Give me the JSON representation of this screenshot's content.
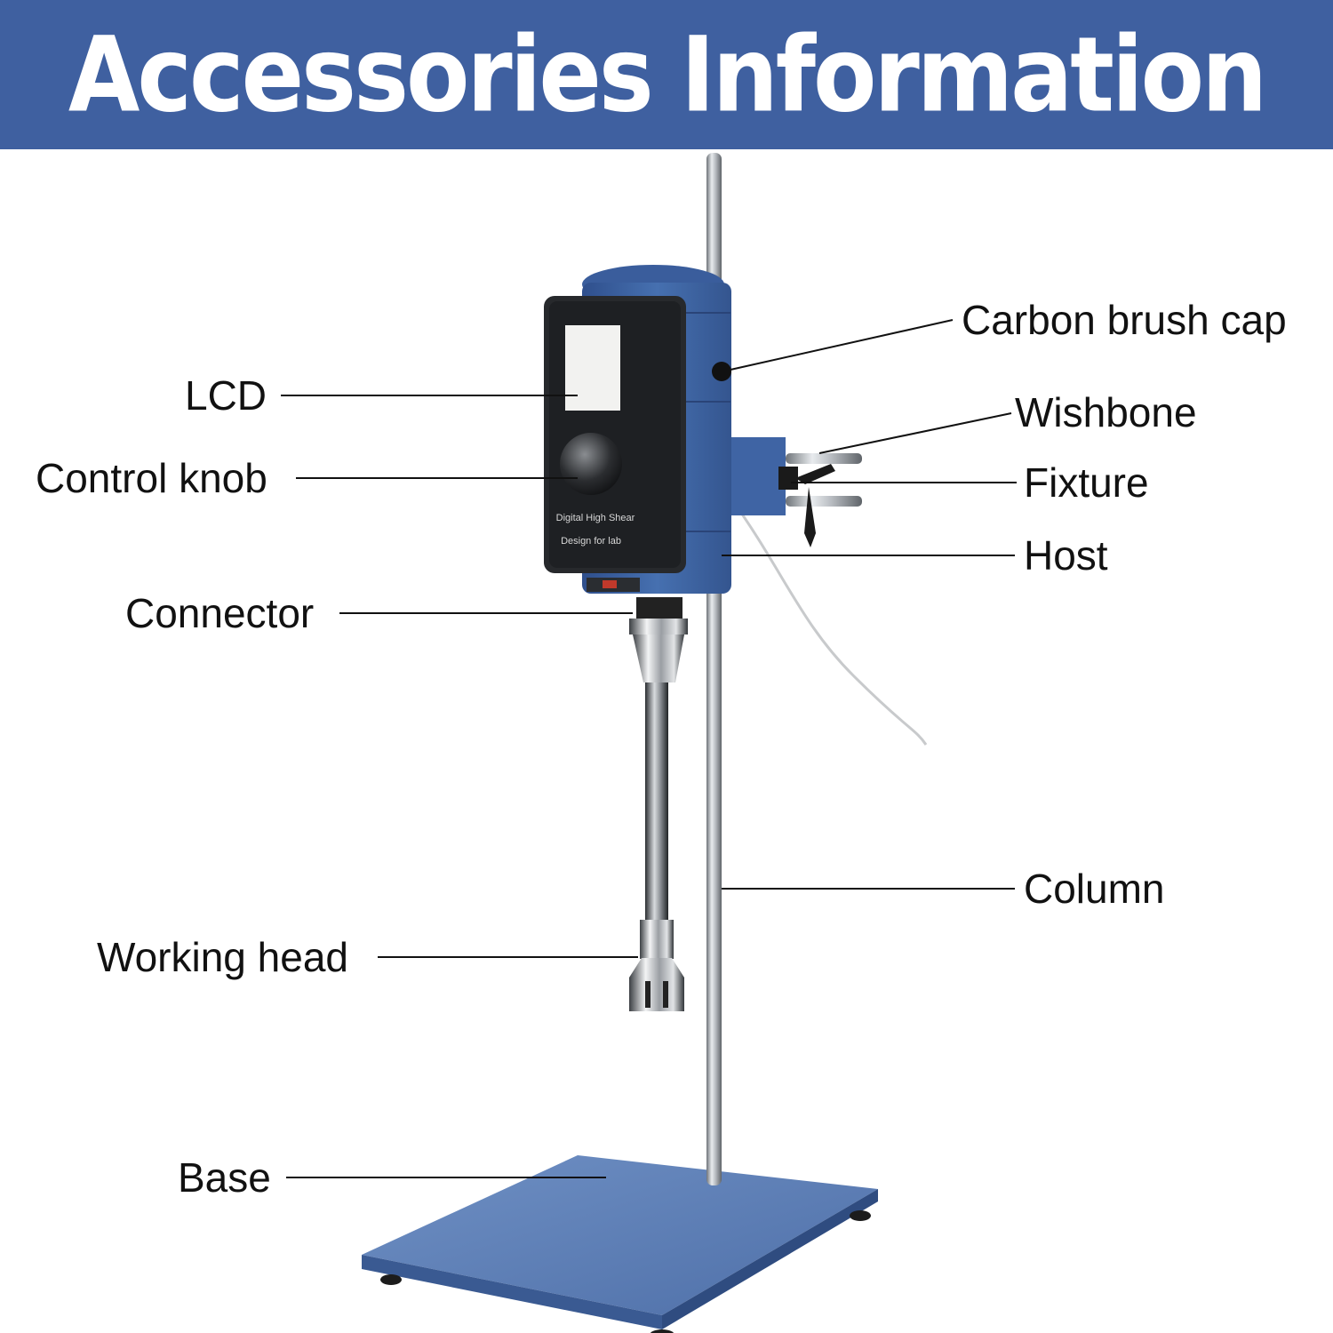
{
  "header": {
    "title": "Accessories Information"
  },
  "device": {
    "panel_text_line1": "Digital High Shear",
    "panel_text_line2": "Design for lab"
  },
  "labels": {
    "lcd": "LCD",
    "control_knob": "Control knob",
    "connector": "Connector",
    "working_head": "Working head",
    "base": "Base",
    "carbon_brush_cap": "Carbon brush cap",
    "wishbone": "Wishbone",
    "fixture": "Fixture",
    "host": "Host",
    "column": "Column"
  },
  "colors": {
    "header_bg": "#3f60a0",
    "device_blue": "#3f64a4",
    "base_blue": "#5b7db6",
    "steel": "#a9adb2"
  }
}
